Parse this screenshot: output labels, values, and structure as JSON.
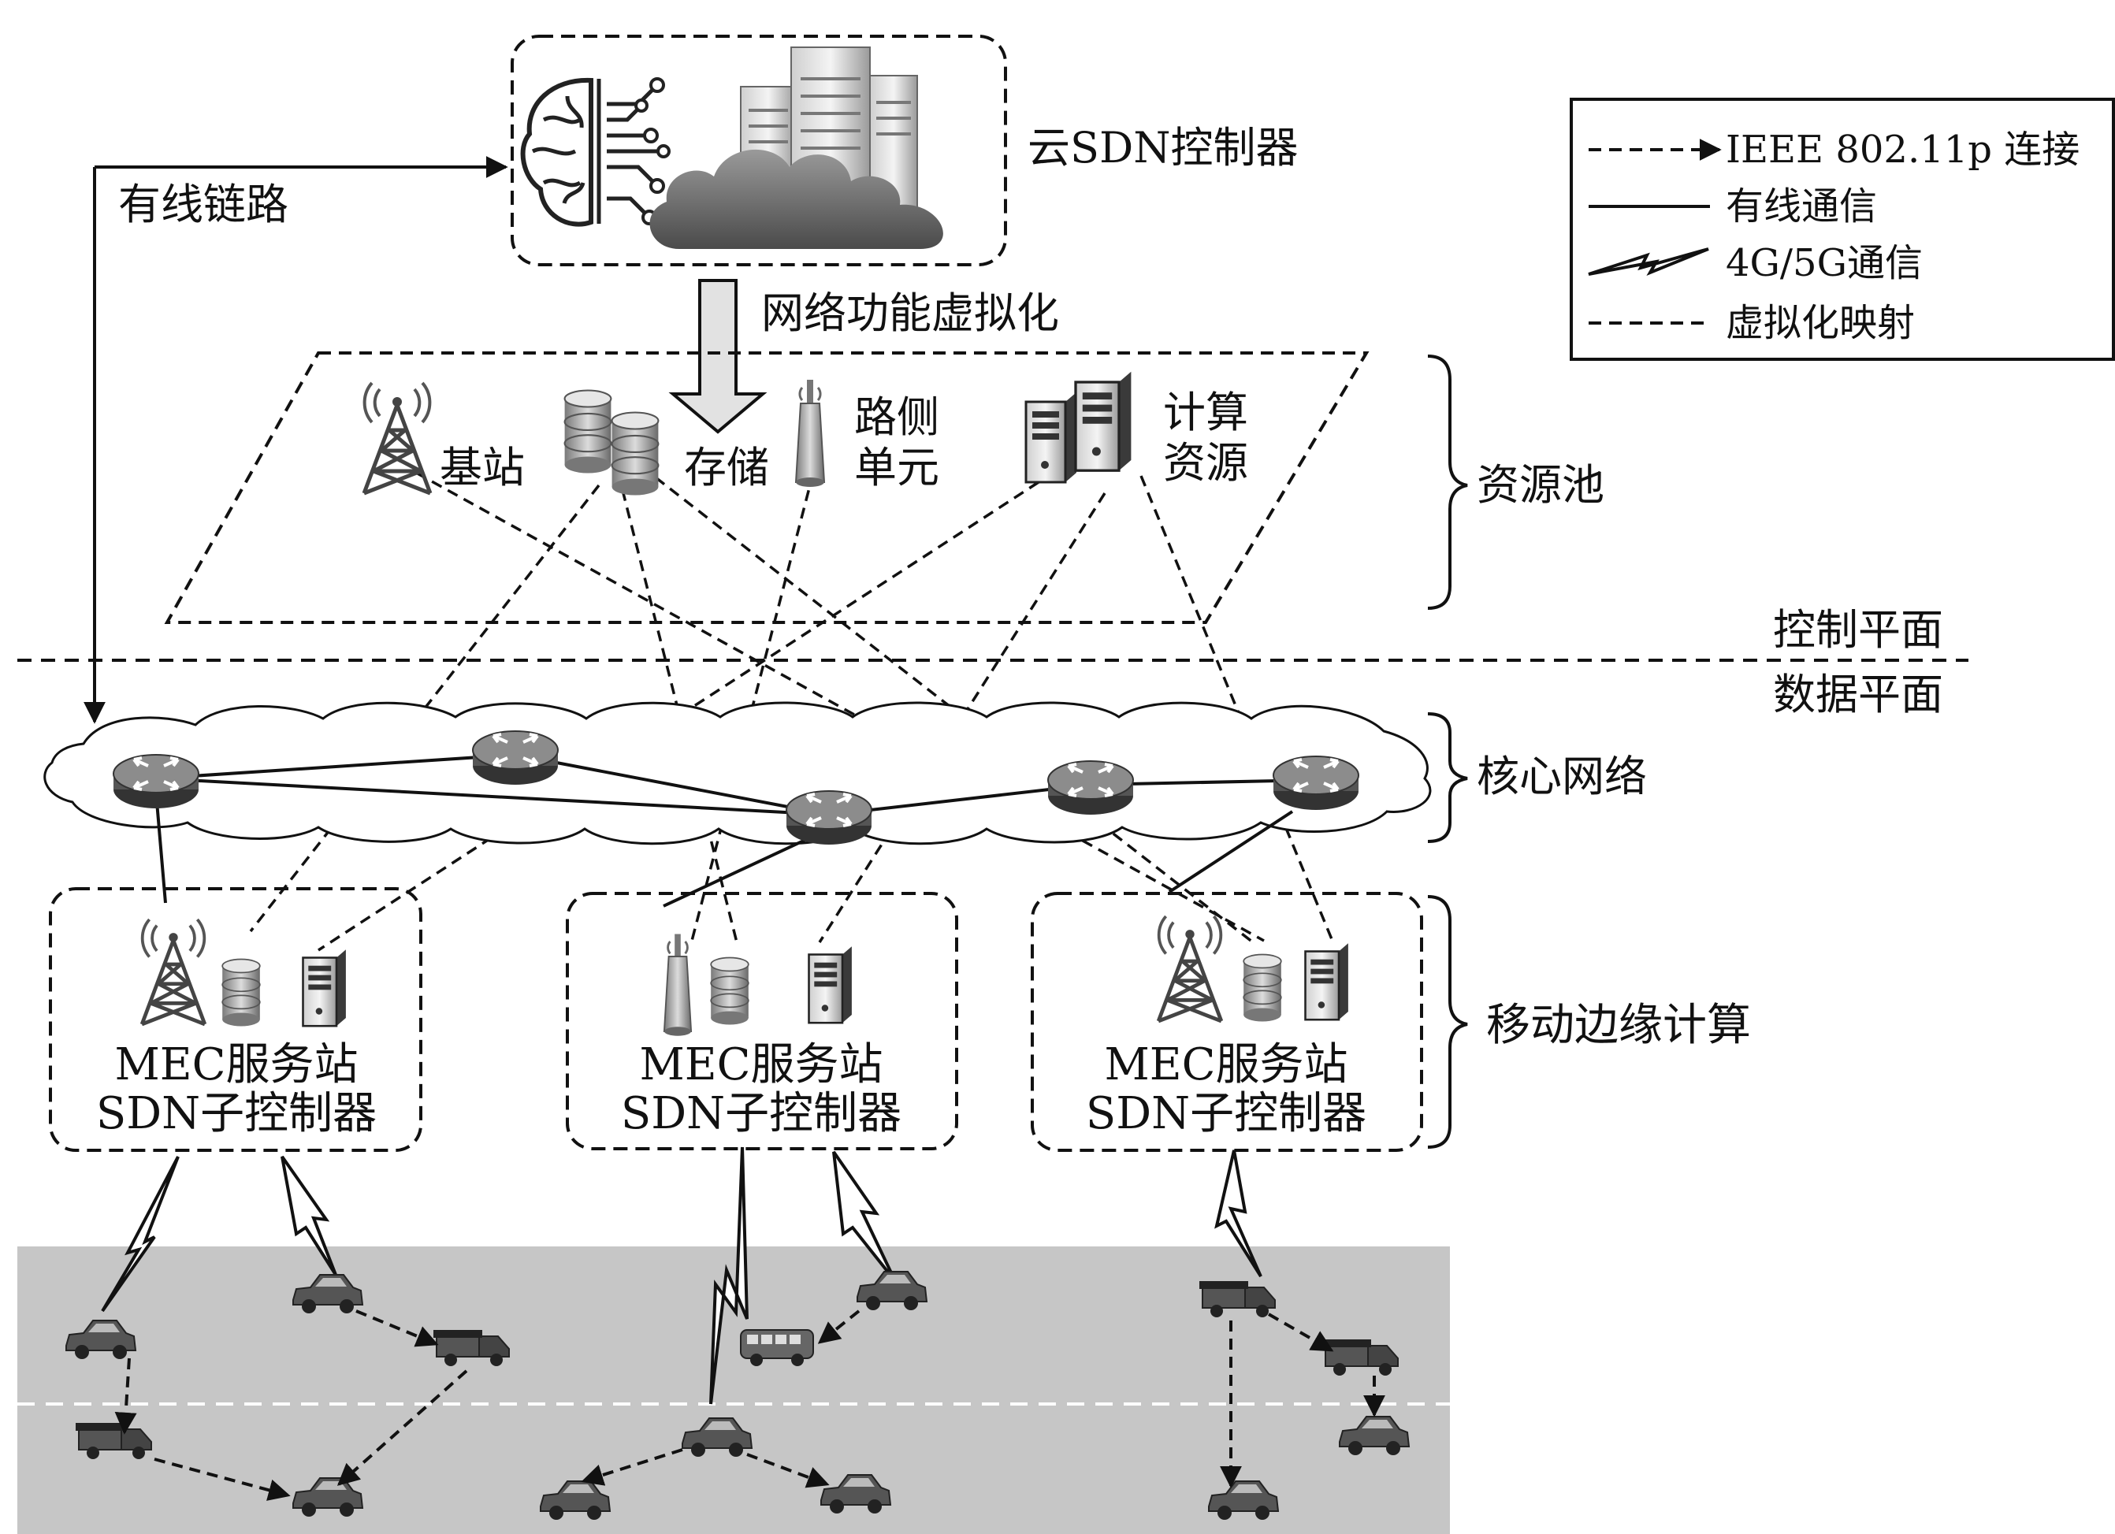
{
  "cloud_controller": {
    "label": "云SDN控制器"
  },
  "wired_link_label": "有线链路",
  "nfv_label": "网络功能虚拟化",
  "resource_pool": {
    "base_station": "基站",
    "storage": "存储",
    "rsu_line1": "路侧",
    "rsu_line2": "单元",
    "compute_line1": "计算",
    "compute_line2": "资源",
    "brace_label": "资源池"
  },
  "planes": {
    "control": "控制平面",
    "data": "数据平面"
  },
  "core_network": {
    "label": "核心网络"
  },
  "mec": {
    "label": "移动边缘计算",
    "stations": [
      {
        "line1": "MEC服务站",
        "line2": "SDN子控制器"
      },
      {
        "line1": "MEC服务站",
        "line2": "SDN子控制器"
      },
      {
        "line1": "MEC服务站",
        "line2": "SDN子控制器"
      }
    ]
  },
  "legend": {
    "items": [
      {
        "label": "IEEE 802.11p 连接",
        "style": "dashed-arrow"
      },
      {
        "label": "有线通信",
        "style": "solid"
      },
      {
        "label": "4G/5G通信",
        "style": "lightning"
      },
      {
        "label": "虚拟化映射",
        "style": "dashed"
      }
    ]
  },
  "colors": {
    "road": "#c6c6c6",
    "ink": "#111111",
    "device": "#8a8a8a",
    "vehicle": "#5a5a5a"
  }
}
